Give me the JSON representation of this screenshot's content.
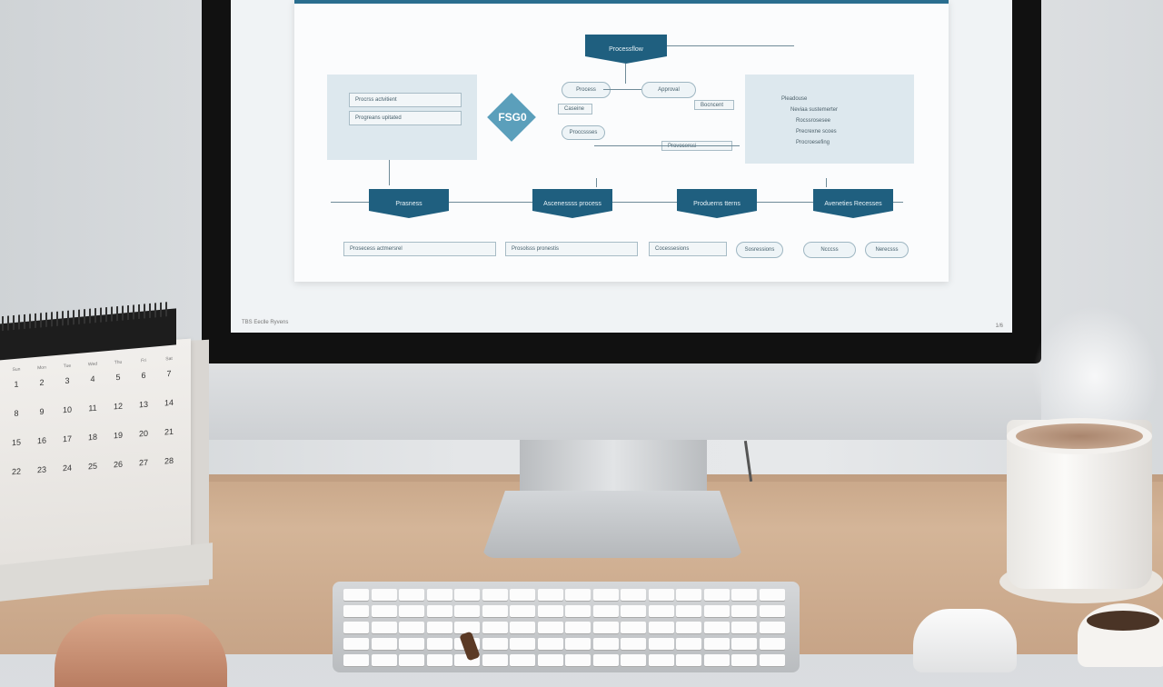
{
  "diagram": {
    "top_node": "Processflow",
    "decision_label": "FSG0",
    "left_panel_lines": [
      "Procrss actvitient",
      "Progreans upitated"
    ],
    "right_panel_lines": [
      "Pleadouse",
      "Neviaa sustemerter",
      "Rocssrosesee",
      "Precrexne scoes",
      "Procroesefing"
    ],
    "middle_pills": [
      "Process",
      "Approval"
    ],
    "middle_boxes": [
      "Caseine",
      "Proccssses",
      "Bocncent",
      "Provocerssi"
    ],
    "process_nodes": [
      "Prasness",
      "Ascenessss process",
      "Produerns tterns",
      "Aveneties Recesses"
    ],
    "bottom_boxes": [
      "Prosecess actmersrel",
      "Prosolsss pronestis",
      "Cocessesions",
      "Sosressions",
      "Ncccss",
      "Nerecsss"
    ],
    "footer_left": "TBS  Eeclle Ryvens",
    "footer_right": "1/6"
  },
  "calendar": {
    "weekdays": [
      "Sun",
      "Mon",
      "Tue",
      "Wed",
      "Thu",
      "Fri",
      "Sat"
    ],
    "days": [
      "1",
      "2",
      "3",
      "4",
      "5",
      "6",
      "7",
      "8",
      "9",
      "10",
      "11",
      "12",
      "13",
      "14",
      "15",
      "16",
      "17",
      "18",
      "19",
      "20",
      "21",
      "22",
      "23",
      "24",
      "25",
      "26",
      "27",
      "28"
    ]
  }
}
